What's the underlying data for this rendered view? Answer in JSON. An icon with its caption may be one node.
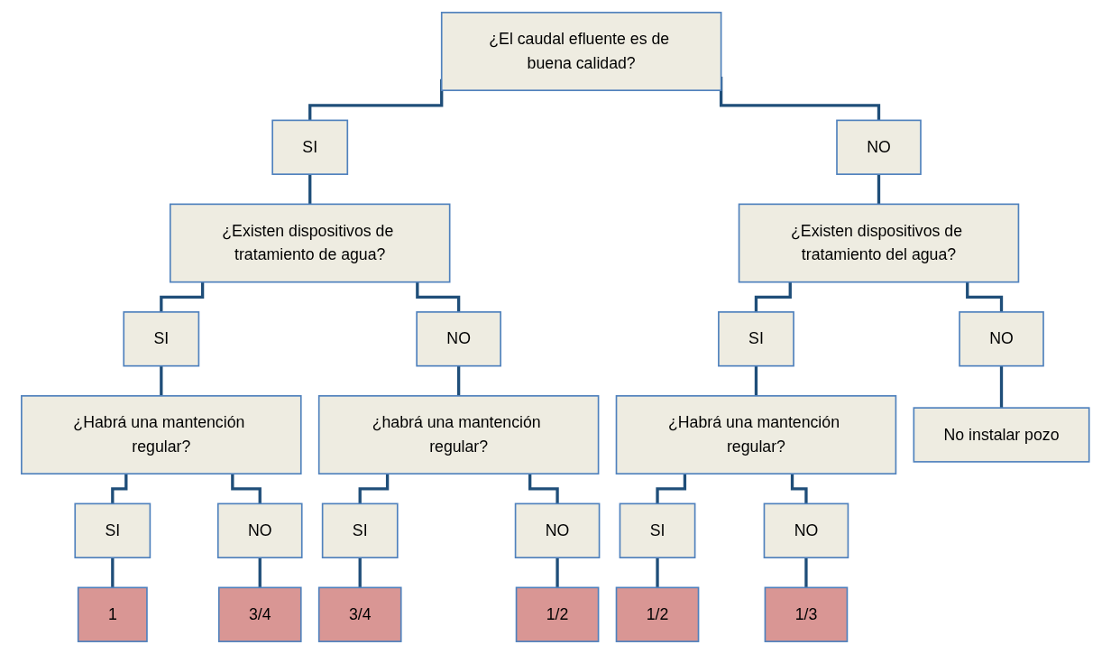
{
  "diagram": {
    "nodes": [
      {
        "text": [
          "¿El caudal efluente es de buena calidad?"
        ]
      },
      {
        "text": [
          "SI"
        ]
      },
      {
        "text": [
          "NO"
        ]
      },
      {
        "text": [
          "¿Existen dispositivos de tratamiento de agua?"
        ]
      },
      {
        "text": [
          "¿Existen dispositivos de tratamiento del agua?"
        ]
      },
      {
        "text": [
          "SI"
        ]
      },
      {
        "text": [
          "NO"
        ]
      },
      {
        "text": [
          "SI"
        ]
      },
      {
        "text": [
          "NO"
        ]
      },
      {
        "text": [
          "¿Habrá una mantención regular?"
        ]
      },
      {
        "text": [
          "¿habrá una mantención regular?"
        ]
      },
      {
        "text": [
          "¿Habrá una mantención regular?"
        ]
      },
      {
        "text": [
          "No instalar pozo"
        ]
      },
      {
        "text": [
          "SI"
        ]
      },
      {
        "text": [
          "NO"
        ]
      },
      {
        "text": [
          "SI"
        ]
      },
      {
        "text": [
          "NO"
        ]
      },
      {
        "text": [
          "SI"
        ]
      },
      {
        "text": [
          "NO"
        ]
      },
      {
        "text": [
          "1"
        ]
      },
      {
        "text": [
          "3/4"
        ]
      },
      {
        "text": [
          "3/4"
        ]
      },
      {
        "text": [
          "1/2"
        ]
      },
      {
        "text": [
          "1/2"
        ]
      },
      {
        "text": [
          "1/3"
        ]
      }
    ],
    "edges": [
      {
        "from": 0,
        "to": 1,
        "arrow": "none"
      },
      {
        "from": 0,
        "to": 2,
        "arrow": "none"
      },
      {
        "from": 1,
        "to": 3,
        "arrow": "none"
      },
      {
        "from": 2,
        "to": 4,
        "arrow": "none"
      },
      {
        "from": 3,
        "to": 5,
        "arrow": "none"
      },
      {
        "from": 3,
        "to": 6,
        "arrow": "none"
      },
      {
        "from": 4,
        "to": 7,
        "arrow": "none"
      },
      {
        "from": 4,
        "to": 8,
        "arrow": "none"
      },
      {
        "from": 5,
        "to": 9,
        "arrow": "none"
      },
      {
        "from": 6,
        "to": 10,
        "arrow": "none"
      },
      {
        "from": 7,
        "to": 11,
        "arrow": "none"
      },
      {
        "from": 8,
        "to": 12,
        "arrow": "none"
      },
      {
        "from": 9,
        "to": 13,
        "arrow": "none"
      },
      {
        "from": 9,
        "to": 14,
        "arrow": "none"
      },
      {
        "from": 10,
        "to": 15,
        "arrow": "none"
      },
      {
        "from": 10,
        "to": 16,
        "arrow": "none"
      },
      {
        "from": 11,
        "to": 17,
        "arrow": "none"
      },
      {
        "from": 11,
        "to": 18,
        "arrow": "none"
      },
      {
        "from": 13,
        "to": 19,
        "arrow": "none"
      },
      {
        "from": 14,
        "to": 20,
        "arrow": "none"
      },
      {
        "from": 15,
        "to": 21,
        "arrow": "none"
      },
      {
        "from": 16,
        "to": 22,
        "arrow": "none"
      },
      {
        "from": 17,
        "to": 23,
        "arrow": "none"
      },
      {
        "from": 18,
        "to": 24,
        "arrow": "none"
      }
    ]
  }
}
